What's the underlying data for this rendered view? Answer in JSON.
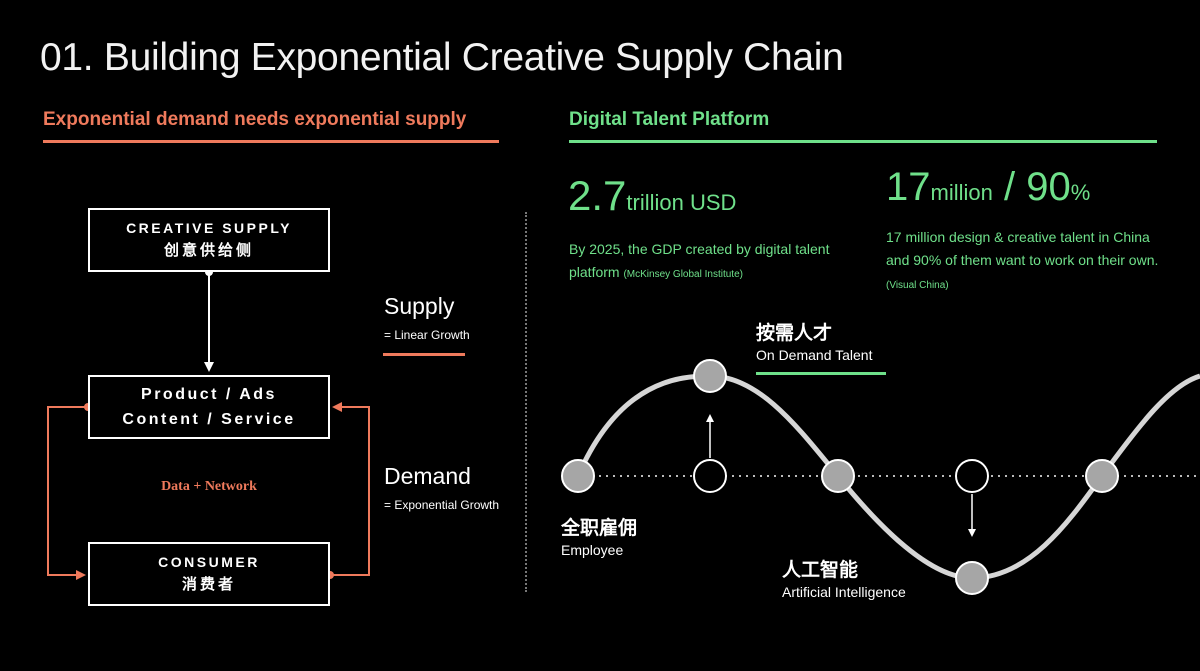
{
  "title": "01. Building Exponential Creative Supply Chain",
  "left_section": {
    "heading": "Exponential demand needs exponential supply",
    "boxes": {
      "supply": {
        "en": "CREATIVE SUPPLY",
        "zh": "创意供给侧"
      },
      "product": {
        "line1": "Product / Ads",
        "line2": "Content / Service"
      },
      "consumer": {
        "en": "CONSUMER",
        "zh": "消费者"
      }
    },
    "loop_label": "Data + Network",
    "supply_label": "Supply",
    "supply_sub": "= Linear Growth",
    "demand_label": "Demand",
    "demand_sub": "= Exponential Growth"
  },
  "right_section": {
    "heading": "Digital Talent Platform",
    "stat1": {
      "value": "2.7",
      "unit": "trillion USD",
      "desc": "By 2025, the GDP created by digital talent platform",
      "source": "(McKinsey Global Institute)"
    },
    "stat2": {
      "value": "17",
      "unit": "million",
      "sep": " / ",
      "pct_value": "90",
      "pct_sign": "%",
      "desc": "17 million design & creative talent in China and 90% of them want to work on their own.",
      "source": "(Visual China)"
    },
    "wave_labels": {
      "on_demand_zh": "按需人才",
      "on_demand_en": "On Demand Talent",
      "employee_zh": "全职雇佣",
      "employee_en": "Employee",
      "ai_zh": "人工智能",
      "ai_en": "Artificial Intelligence"
    }
  },
  "colors": {
    "accent_orange": "#ef7a5c",
    "accent_green": "#6fe08a",
    "node_gray": "#a6a6a6",
    "background": "#000000"
  }
}
